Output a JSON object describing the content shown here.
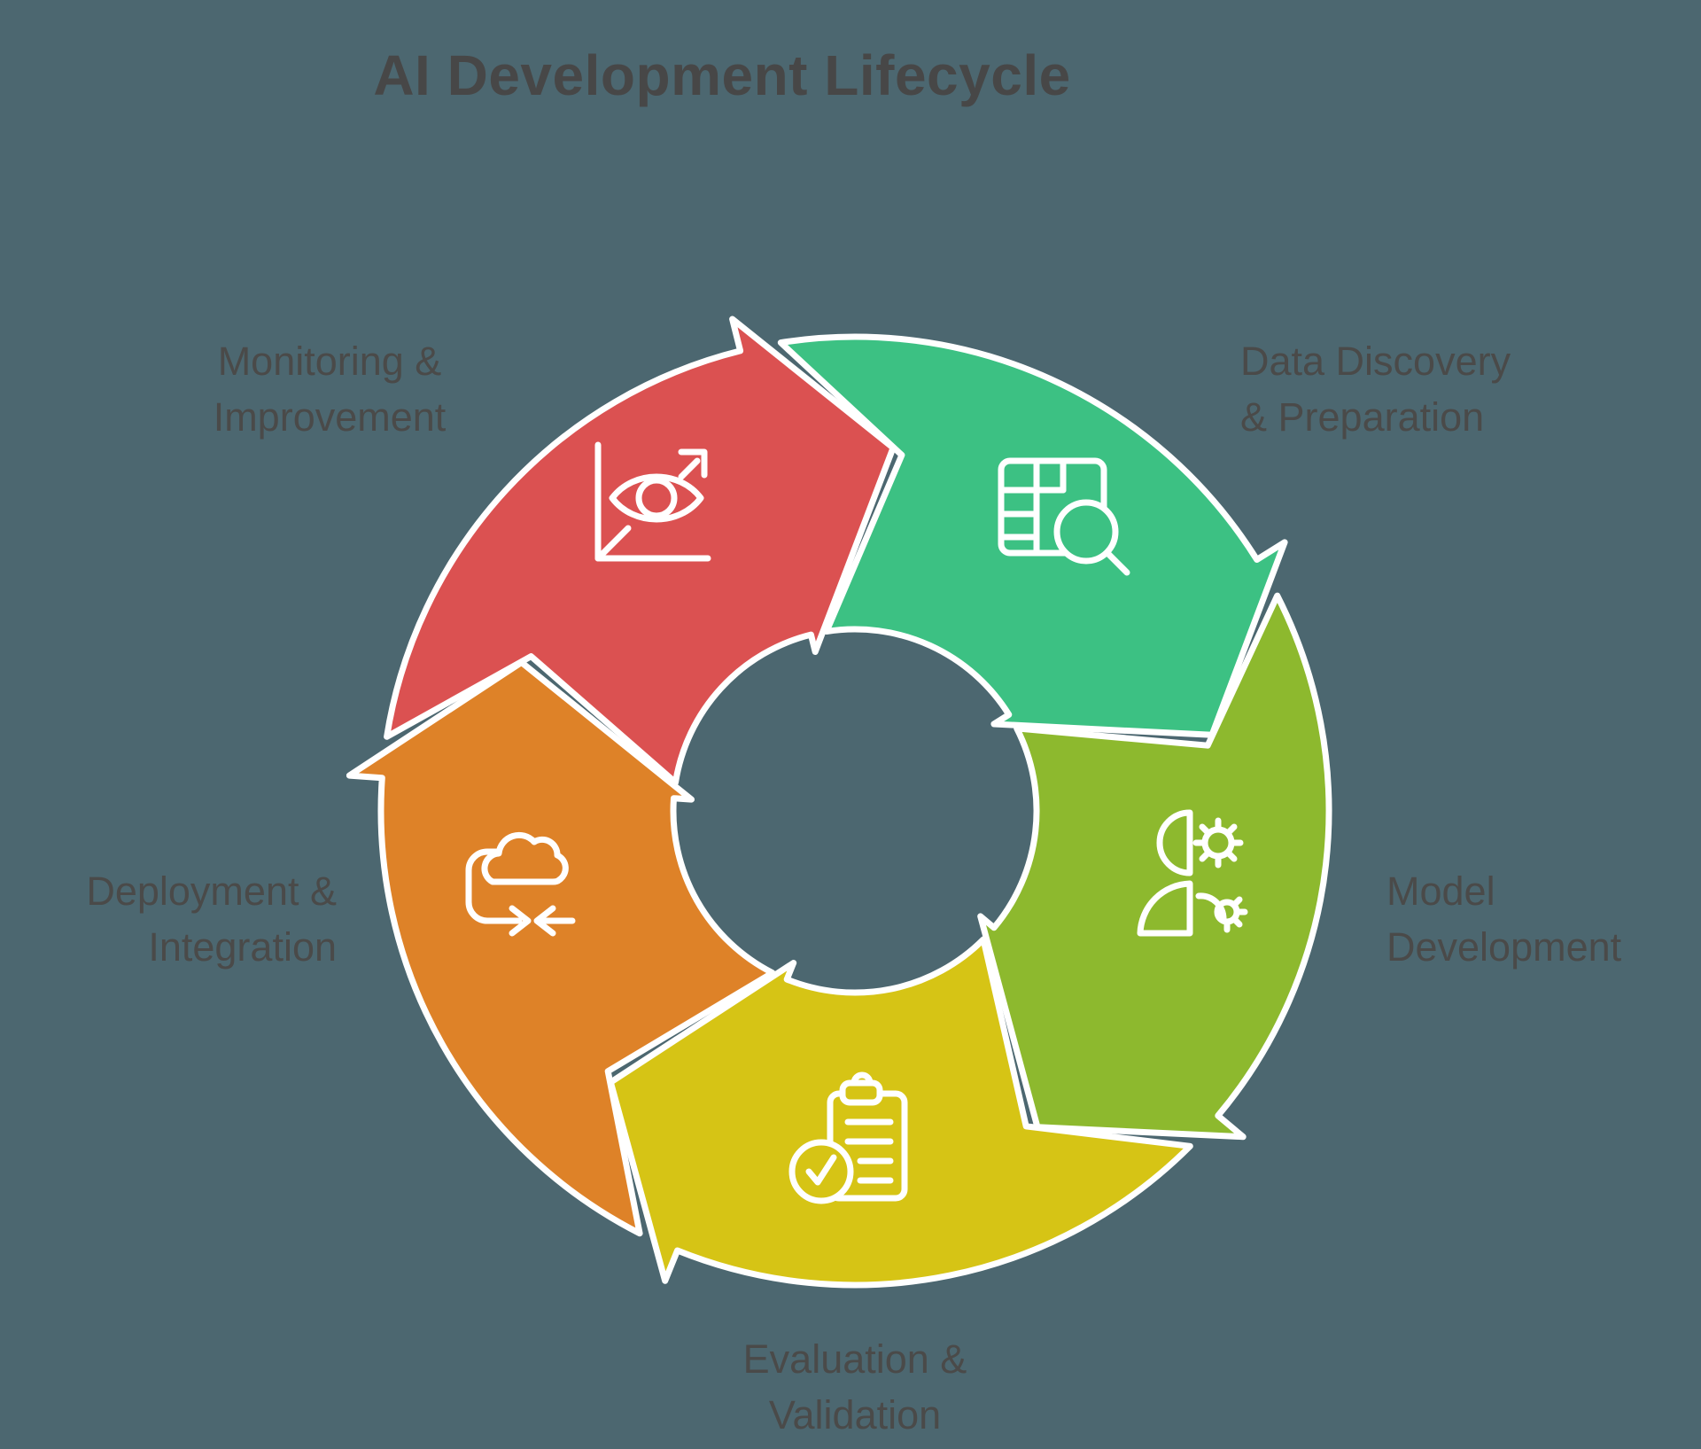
{
  "title": "AI Development Lifecycle",
  "colors": {
    "background": "#4C6770",
    "outline": "#FFFFFF",
    "title_text": "#474747",
    "label_text": "#4A4A49"
  },
  "diagram": {
    "type": "cycle",
    "direction": "clockwise",
    "stages": [
      {
        "id": "data-discovery",
        "label_line1": "Data Discovery",
        "label_line2": "& Preparation",
        "color": "#3CC183",
        "icon": "table-search-icon"
      },
      {
        "id": "model-development",
        "label_line1": "Model",
        "label_line2": "Development",
        "color": "#8DB92E",
        "icon": "person-gears-icon"
      },
      {
        "id": "evaluation-validation",
        "label_line1": "Evaluation &",
        "label_line2": "Validation",
        "color": "#D6C415",
        "icon": "clipboard-check-icon"
      },
      {
        "id": "deployment-integration",
        "label_line1": "Deployment &",
        "label_line2": "Integration",
        "color": "#DE8228",
        "icon": "cloud-sync-icon"
      },
      {
        "id": "monitoring-improvement",
        "label_line1": "Monitoring &",
        "label_line2": "Improvement",
        "color": "#DB5151",
        "icon": "chart-eye-icon"
      }
    ]
  }
}
